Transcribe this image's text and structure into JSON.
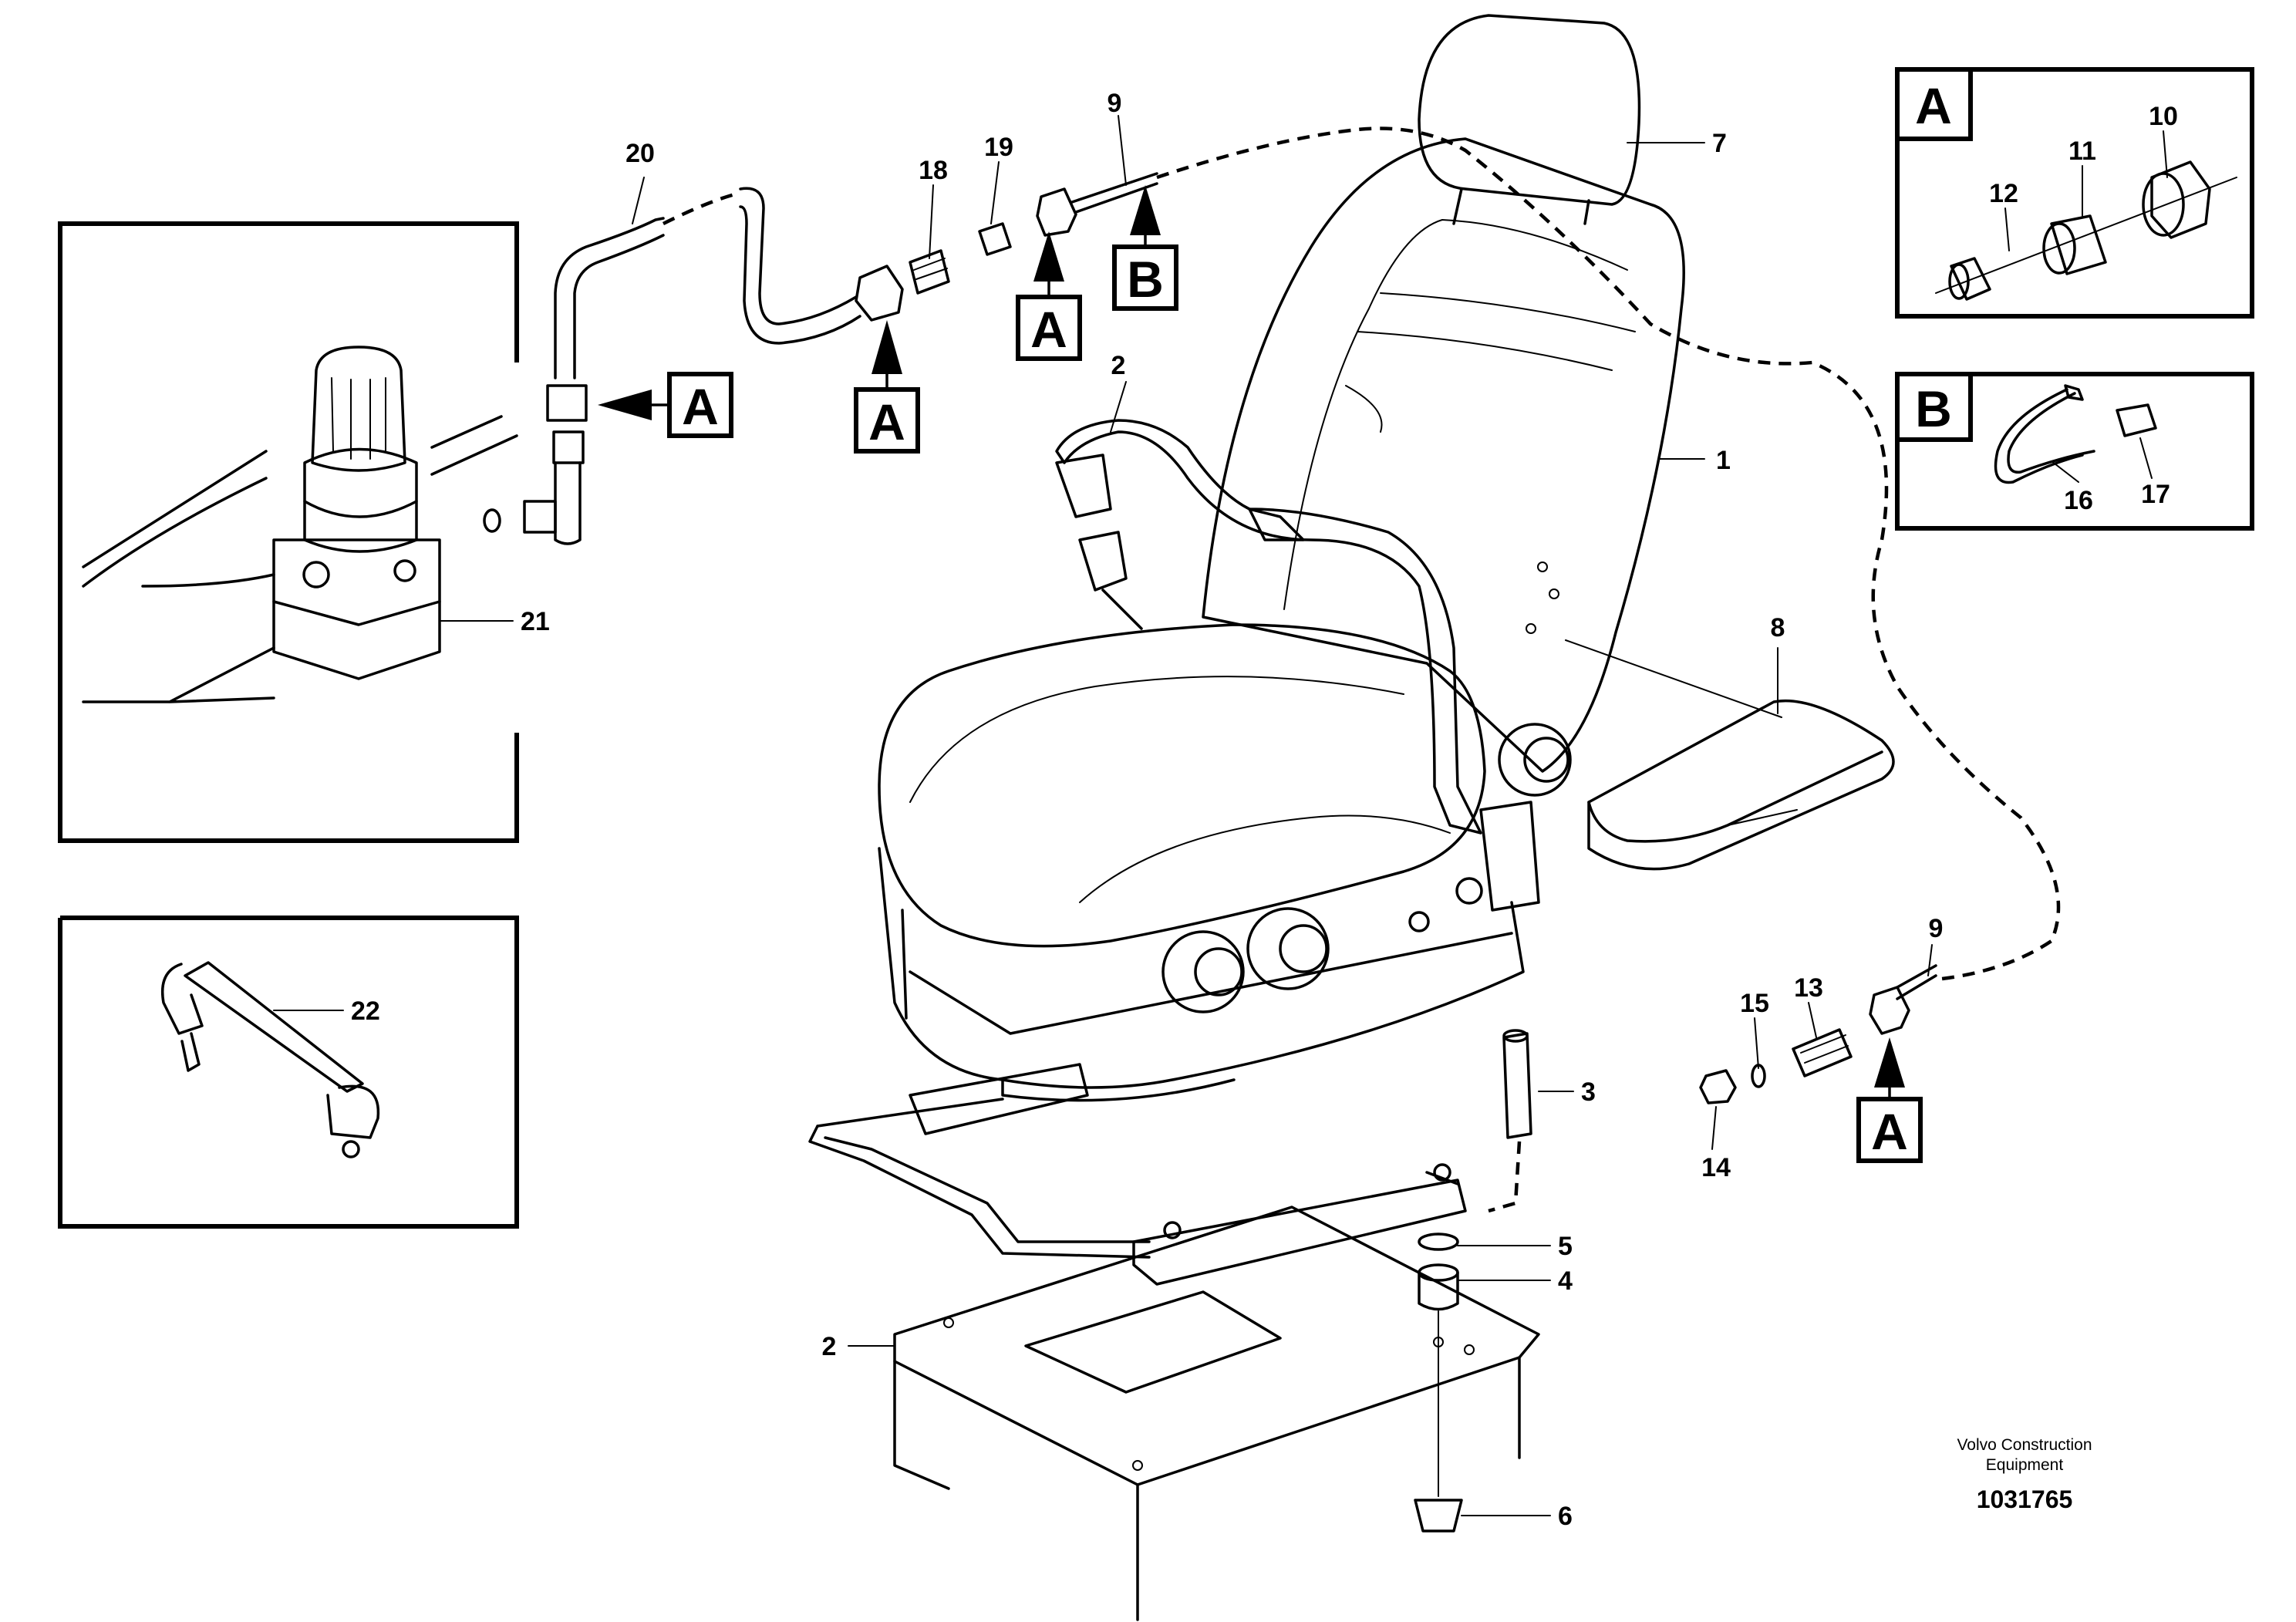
{
  "callouts": {
    "c1": "1",
    "c2a": "2",
    "c2b": "2",
    "c3": "3",
    "c4": "4",
    "c5": "5",
    "c6": "6",
    "c7": "7",
    "c8": "8",
    "c9a": "9",
    "c9b": "9",
    "c10": "10",
    "c11": "11",
    "c12": "12",
    "c13": "13",
    "c14": "14",
    "c15": "15",
    "c16": "16",
    "c17": "17",
    "c18": "18",
    "c19": "19",
    "c20": "20",
    "c21": "21",
    "c22": "22"
  },
  "detail_refs": {
    "ref_a1": "A",
    "ref_a2": "A",
    "ref_a3": "A",
    "ref_a4": "A",
    "ref_b1": "B",
    "inset_a_label": "A",
    "inset_b_label": "B"
  },
  "footer": {
    "maker_line1": "Volvo Construction",
    "maker_line2": "Equipment",
    "doc_number": "1031765"
  }
}
